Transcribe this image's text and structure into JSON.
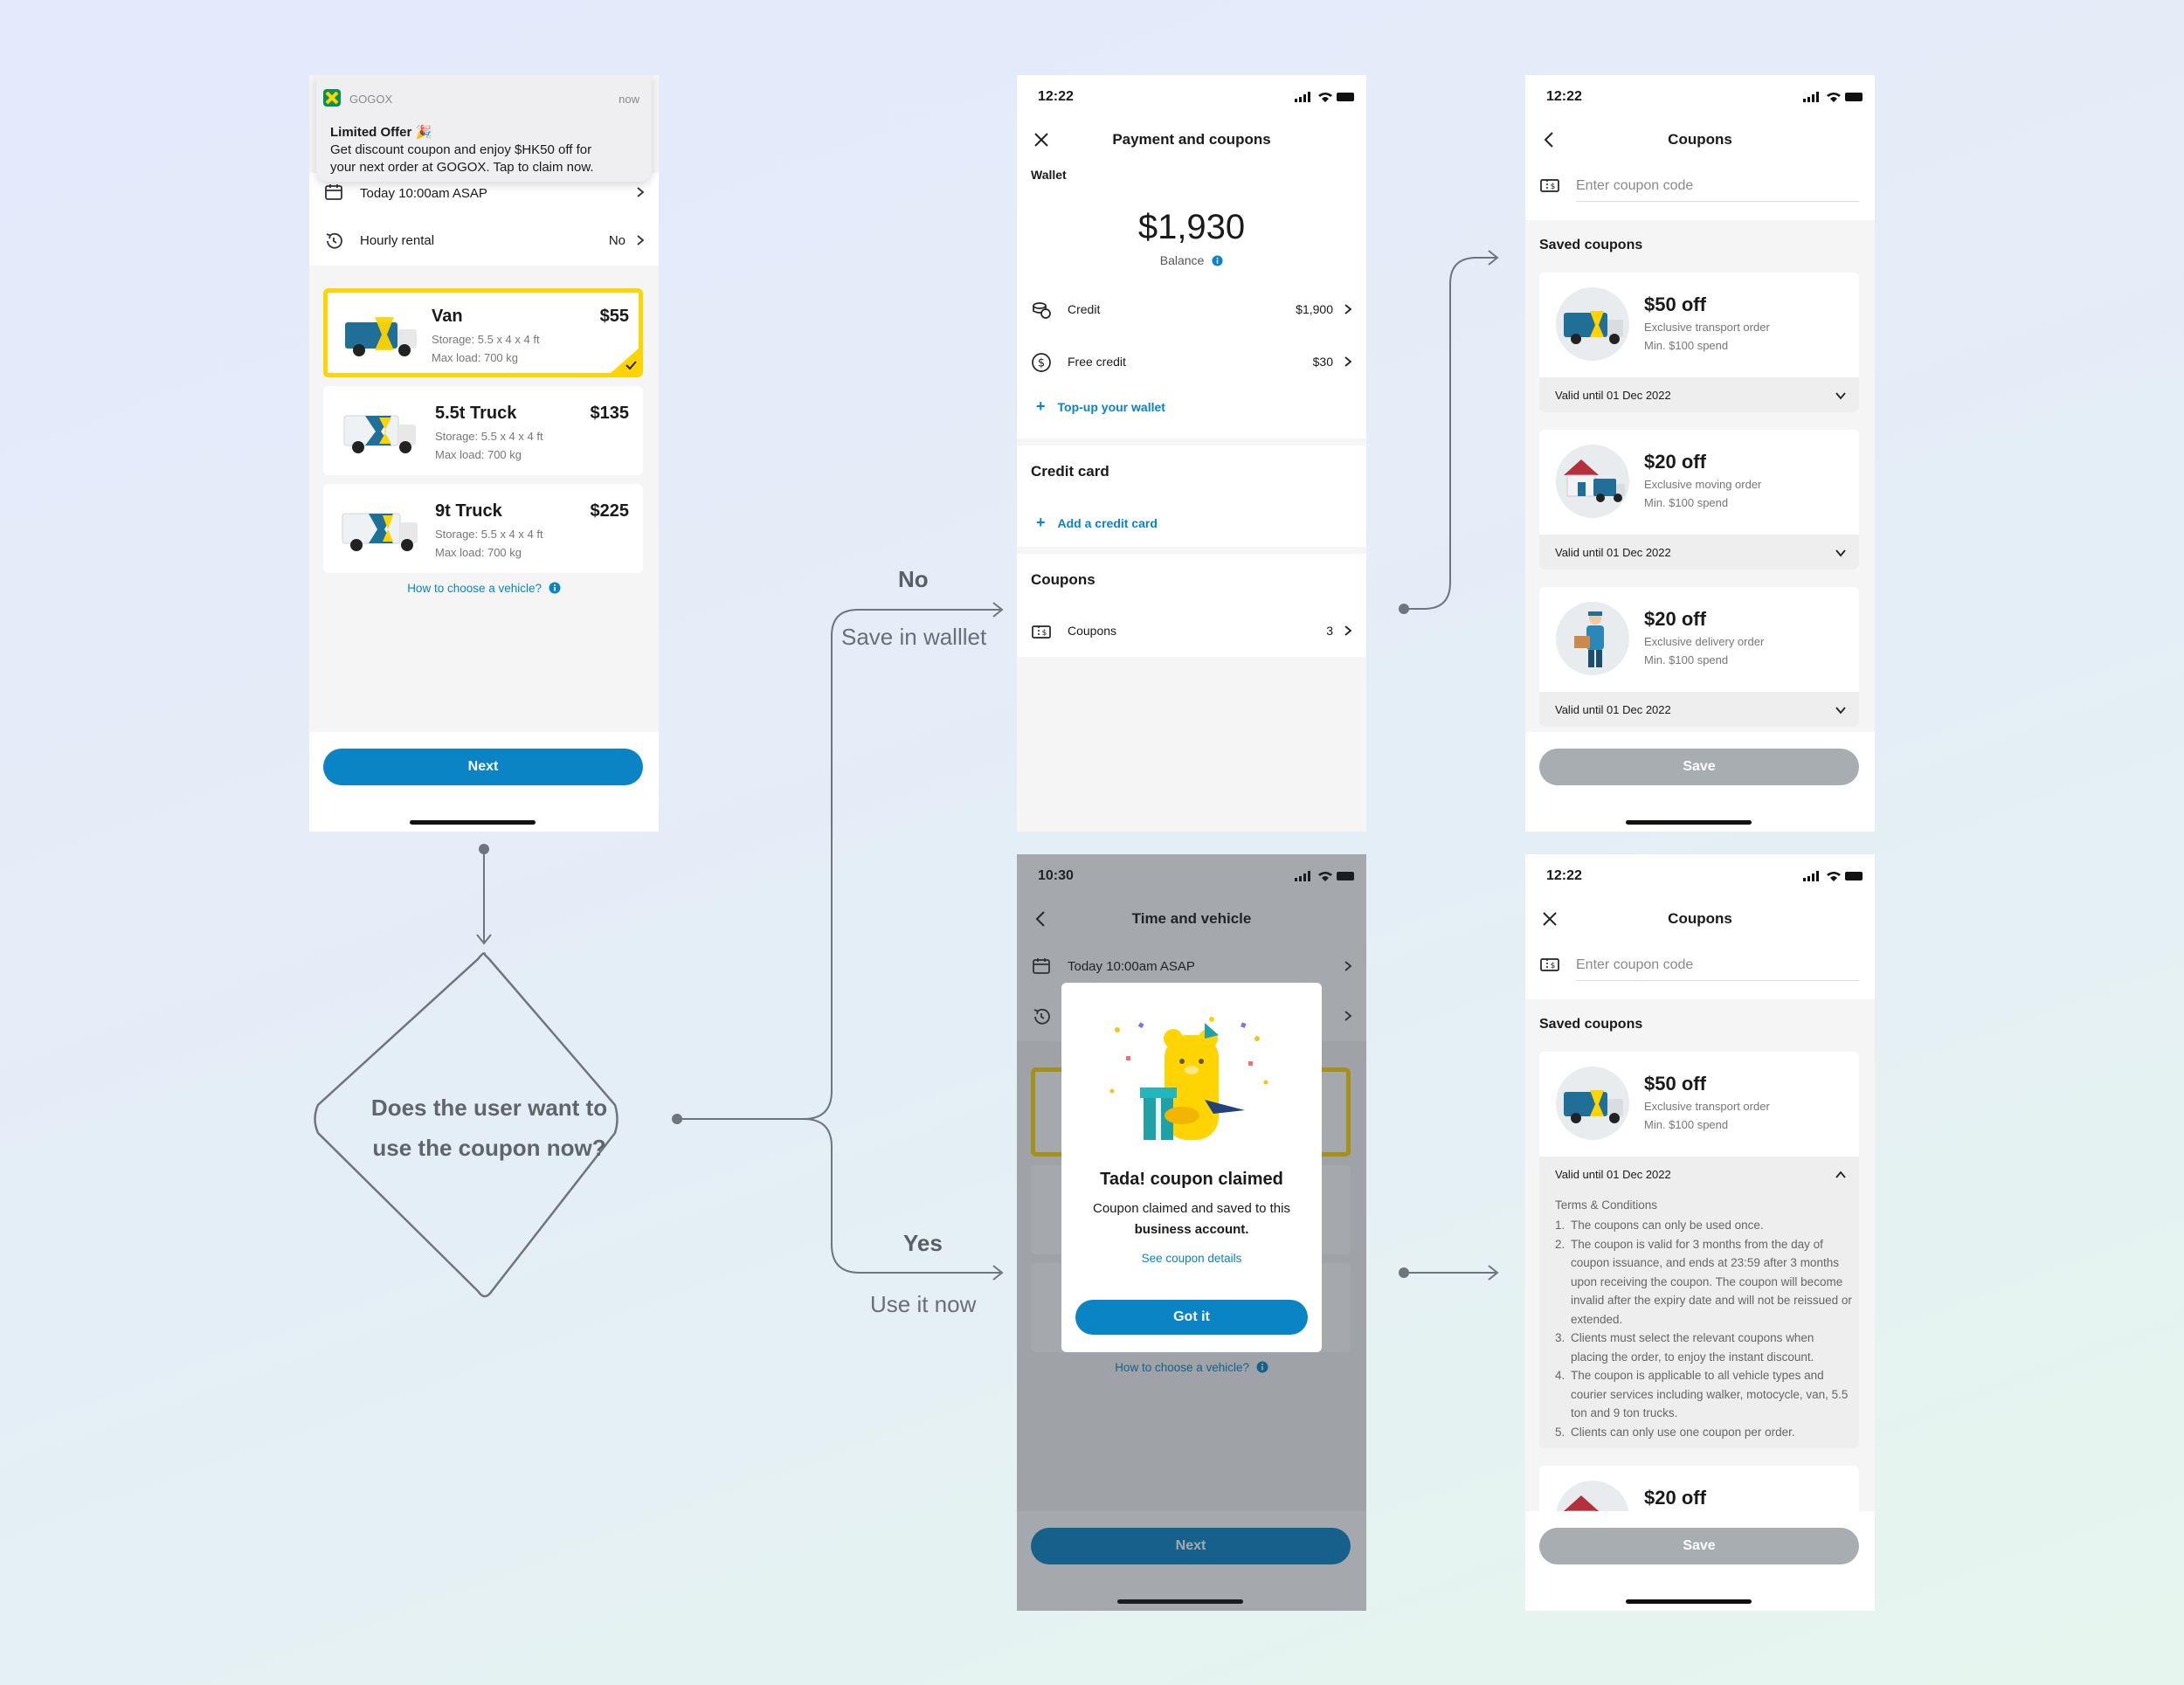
{
  "flow": {
    "decision": [
      "Does the user want to",
      "use the coupon now?"
    ],
    "no_label": "No",
    "no_sub": "Save in walllet",
    "yes_label": "Yes",
    "yes_sub": "Use it now"
  },
  "screen1": {
    "notification": {
      "app": "GOGOX",
      "time": "now",
      "title": "Limited Offer 🎉",
      "body1": "Get discount coupon and enjoy $HK50 off for",
      "body2": "your next order at GOGOX. Tap to claim now."
    },
    "time_row": "Today 10:00am ASAP",
    "hourly_label": "Hourly rental",
    "hourly_value": "No",
    "vehicles": [
      {
        "name": "Van",
        "price": "$55",
        "storage": "Storage: 5.5 x 4 x 4 ft",
        "load": "Max load: 700 kg"
      },
      {
        "name": "5.5t Truck",
        "price": "$135",
        "storage": "Storage: 5.5 x 4 x 4 ft",
        "load": "Max load: 700 kg"
      },
      {
        "name": "9t Truck",
        "price": "$225",
        "storage": "Storage: 5.5 x 4 x 4 ft",
        "load": "Max load: 700 kg"
      }
    ],
    "how_to": "How to choose a vehicle?",
    "next": "Next"
  },
  "screen2": {
    "time": "12:22",
    "title": "Payment and coupons",
    "wallet_label": "Wallet",
    "balance": "$1,930",
    "balance_label": "Balance",
    "credit_label": "Credit",
    "credit_value": "$1,900",
    "free_label": "Free credit",
    "free_value": "$30",
    "topup": "Top-up your wallet",
    "cc_section": "Credit card",
    "add_cc": "Add a credit card",
    "coupons_section": "Coupons",
    "coupons_label": "Coupons",
    "coupons_count": "3"
  },
  "screen3": {
    "time": "12:22",
    "title": "Coupons",
    "placeholder": "Enter coupon code",
    "saved": "Saved coupons",
    "coupons": [
      {
        "amount": "$50 off",
        "desc": "Exclusive transport order",
        "min": "Min. $100 spend",
        "valid": "Valid until 01 Dec 2022"
      },
      {
        "amount": "$20 off",
        "desc": "Exclusive moving order",
        "min": "Min. $100 spend",
        "valid": "Valid until 01 Dec 2022"
      },
      {
        "amount": "$20 off",
        "desc": "Exclusive delivery order",
        "min": "Min. $100 spend",
        "valid": "Valid until 01 Dec 2022"
      }
    ],
    "save": "Save"
  },
  "screen4": {
    "time": "10:30",
    "title": "Time and vehicle",
    "time_row": "Today 10:00am ASAP",
    "how_to": "How to choose a vehicle?",
    "next": "Next",
    "modal": {
      "title": "Tada! coupon claimed",
      "line1": "Coupon claimed and saved to this",
      "line2": "business account.",
      "link": "See coupon details",
      "button": "Got it"
    }
  },
  "screen5": {
    "time": "12:22",
    "title": "Coupons",
    "placeholder": "Enter coupon code",
    "saved": "Saved coupons",
    "coupon1": {
      "amount": "$50 off",
      "desc": "Exclusive transport order",
      "min": "Min. $100 spend",
      "valid": "Valid until 01 Dec 2022"
    },
    "terms_title": "Terms & Conditions",
    "terms": [
      [
        "1.",
        "The coupons can only be used once."
      ],
      [
        "2.",
        "The coupon is valid for 3 months from the day of coupon issuance, and ends at 23:59 after 3 months upon receiving the coupon. The coupon will become invalid after the expiry date and will not be reissued or extended."
      ],
      [
        "3.",
        "Clients must select the relevant coupons when placing the order, to enjoy the instant discount."
      ],
      [
        "4.",
        "The coupon is applicable to all vehicle types and courier services including walker, motocycle, van, 5.5 ton and 9 ton trucks."
      ],
      [
        "5.",
        "Clients can only use one coupon per order."
      ]
    ],
    "coupon2_amount": "$20 off",
    "save": "Save"
  },
  "colors": {
    "brand_blue": "#0a84c4",
    "gogox_yellow": "#ffd400",
    "grey_button": "#a8adb1"
  }
}
